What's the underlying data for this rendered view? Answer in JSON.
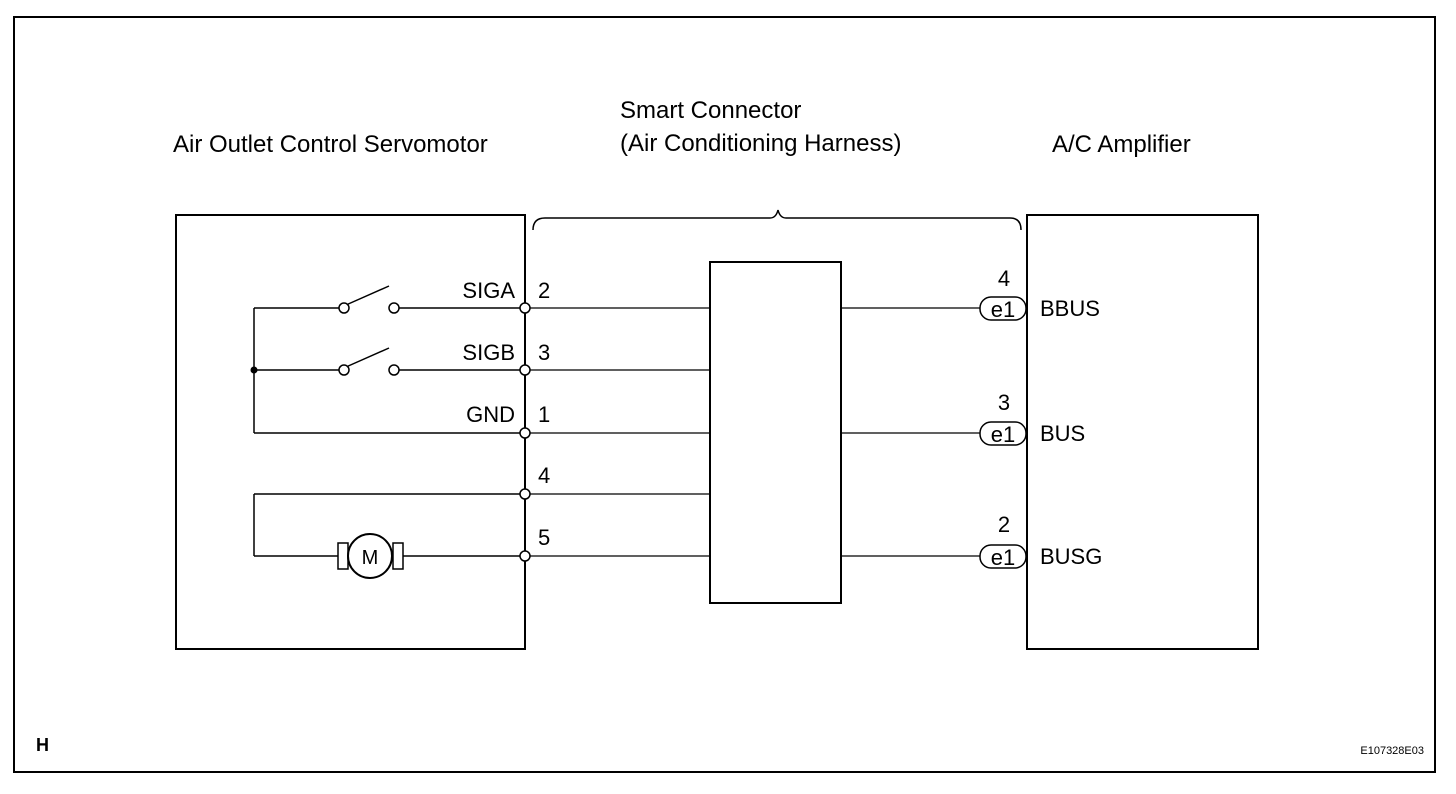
{
  "components": {
    "servomotor": {
      "title": "Air Outlet Control Servomotor",
      "terminals": [
        {
          "name": "SIGA",
          "pin": "2"
        },
        {
          "name": "SIGB",
          "pin": "3"
        },
        {
          "name": "GND",
          "pin": "1"
        },
        {
          "name": "",
          "pin": "4"
        },
        {
          "name": "",
          "pin": "5"
        }
      ],
      "motor_symbol": "M"
    },
    "smart_connector": {
      "title_line1": "Smart Connector",
      "title_line2": "(Air Conditioning Harness)"
    },
    "amplifier": {
      "title": "A/C Amplifier",
      "terminals": [
        {
          "name": "BBUS",
          "pin": "4",
          "connector": "e1"
        },
        {
          "name": "BUS",
          "pin": "3",
          "connector": "e1"
        },
        {
          "name": "BUSG",
          "pin": "2",
          "connector": "e1"
        }
      ]
    }
  },
  "corner_label": "H",
  "figure_id": "E107328E03"
}
